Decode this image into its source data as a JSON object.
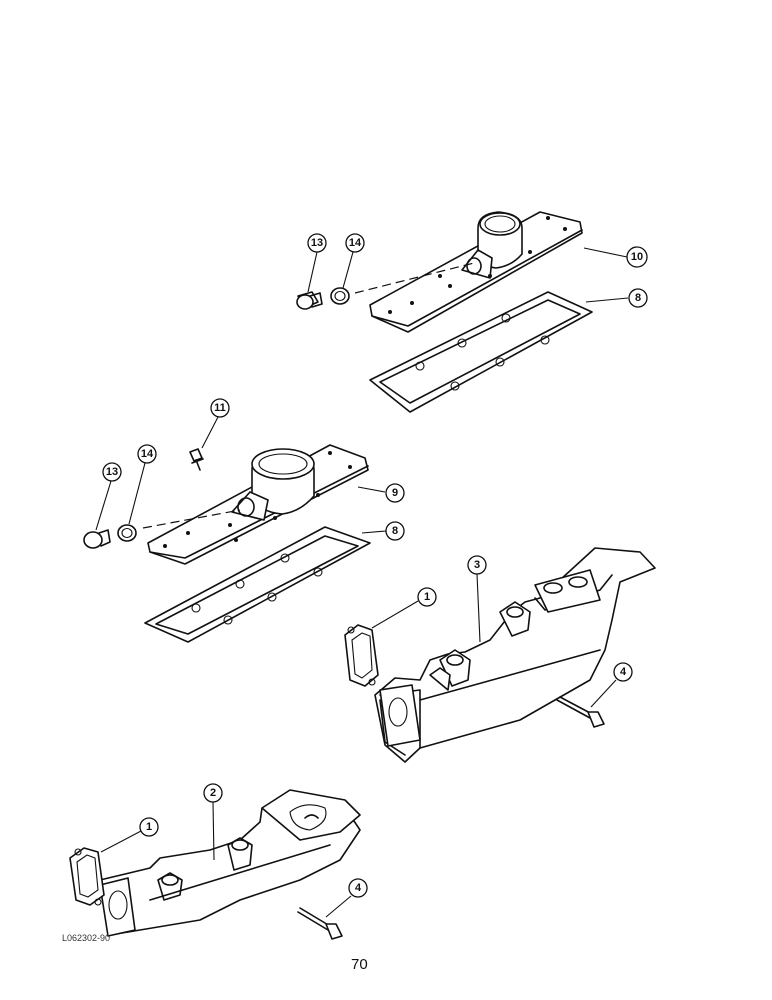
{
  "callouts": {
    "c13a": "13",
    "c14a": "14",
    "c10": "10",
    "c8a": "8",
    "c11": "11",
    "c13b": "13",
    "c14b": "14",
    "c9": "9",
    "c8b": "8",
    "c3": "3",
    "c1a": "1",
    "c4a": "4",
    "c2": "2",
    "c1b": "1",
    "c4b": "4"
  },
  "figure_ref": "L062302-90",
  "page_number": "70"
}
